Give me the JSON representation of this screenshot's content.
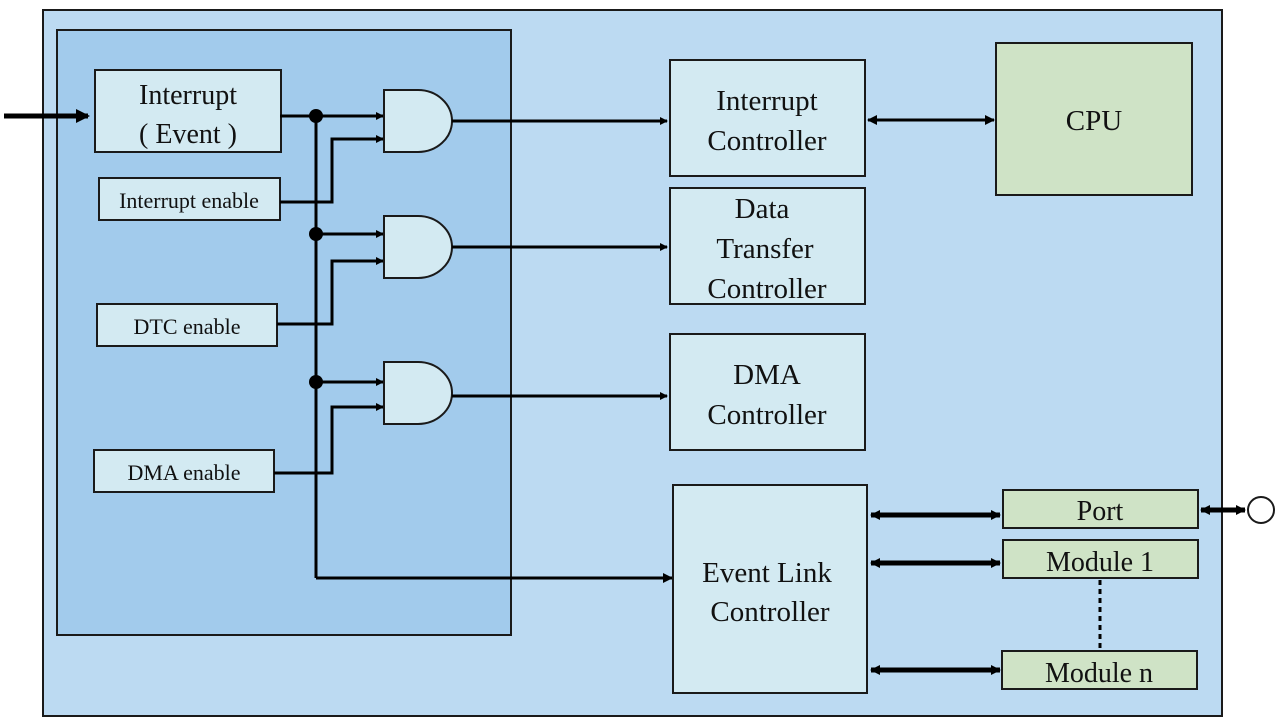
{
  "diagram": {
    "inputs": {
      "interrupt_event": [
        "Interrupt",
        "( Event )"
      ],
      "interrupt_enable": "Interrupt enable",
      "dtc_enable": "DTC enable",
      "dma_enable": "DMA enable"
    },
    "controllers": {
      "interrupt_controller": [
        "Interrupt",
        "Controller"
      ],
      "data_transfer_controller": [
        "Data",
        "Transfer",
        "Controller"
      ],
      "dma_controller": [
        "DMA",
        "Controller"
      ],
      "event_link_controller": [
        "Event Link",
        "Controller"
      ]
    },
    "cpu": "CPU",
    "peripherals": {
      "port": "Port",
      "module_1": "Module 1",
      "module_n": "Module n"
    },
    "colors": {
      "outer_bg": "#bcdaf2",
      "inner_bg": "#a2cbec",
      "box_blue": "#d3eaf2",
      "box_green": "#cfe3c6"
    }
  }
}
